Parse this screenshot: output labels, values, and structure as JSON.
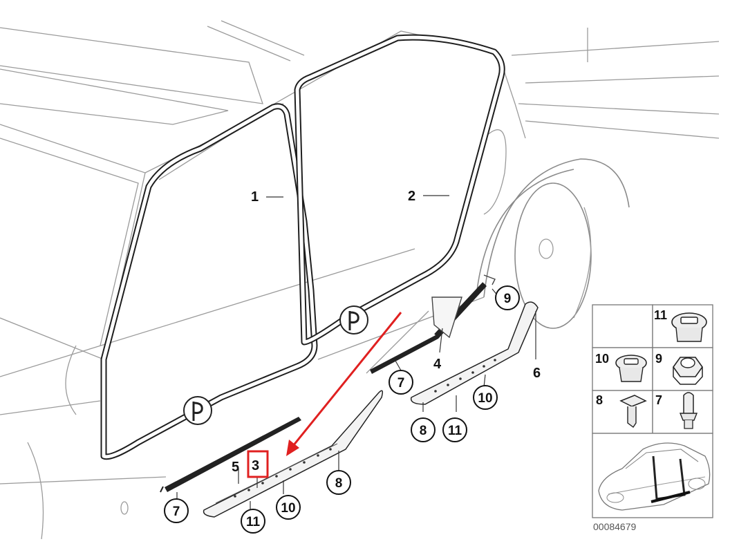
{
  "diagram": {
    "callouts": {
      "label_1": "1",
      "label_2": "2",
      "label_3": "3",
      "label_4": "4",
      "label_5": "5",
      "label_6": "6",
      "label_7a": "7",
      "label_7b": "7",
      "label_8a": "8",
      "label_8b": "8",
      "label_9": "9",
      "label_10a": "10",
      "label_10b": "10",
      "label_11a": "11",
      "label_11b": "11"
    },
    "legend": {
      "cell_11": "11",
      "cell_10": "10",
      "cell_9": "9",
      "cell_8": "8",
      "cell_7": "7"
    },
    "part_number": "00084679",
    "colors": {
      "highlight": "#e02020",
      "arrow": "#e02020",
      "line": "#9a9a9a",
      "seal": "#1e1e1e"
    }
  }
}
